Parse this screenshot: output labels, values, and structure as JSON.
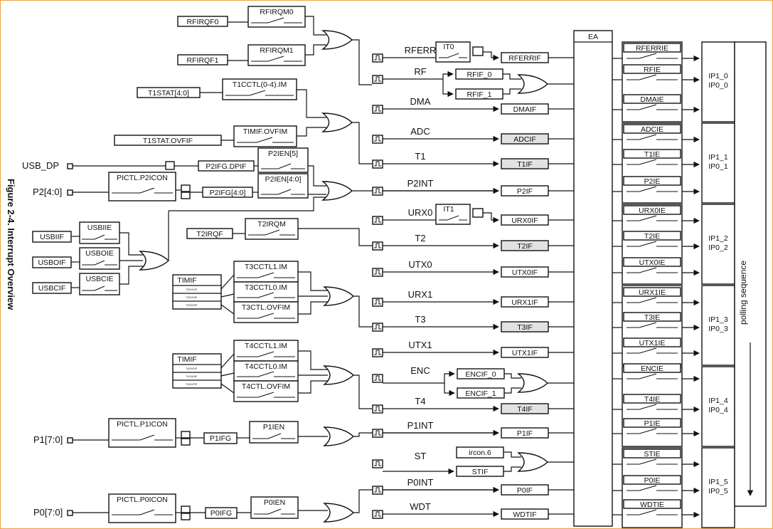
{
  "figure": {
    "title": "Figure 2-4. Interrupt Overview"
  },
  "ea_label": "EA",
  "polling_label": "polling sequence",
  "pins": {
    "usb_dp": "USB_DP",
    "p2": "P2[4:0]",
    "p1": "P1[7:0]",
    "p0": "P0[7:0]"
  },
  "left_boxes": {
    "rfirqf0": "RFIRQF0",
    "rfirqm0": "RFIRQM0",
    "rfirqf1": "RFIRQF1",
    "rfirqm1": "RFIRQM1",
    "t1stat": "T1STAT[4:0]",
    "t1cctl": "T1CCTL(0-4).IM",
    "t1statovf": "T1STAT.OVFIF",
    "timif_ovfim": "TIMIF.OVFIM",
    "p2ien5": "P2IEN[5]",
    "p2ifg_dpif": "P2IFG.DPIF",
    "pictl_p2": "PICTL.P2ICON",
    "p2ifg40": "P2IFG[4:0]",
    "p2ien40": "P2IEN[4:0]",
    "usbiif": "USBIIF",
    "usbiie": "USBIIE",
    "usboif": "USBOIF",
    "usboie": "USBOIE",
    "usbcif": "USBCIF",
    "usbcie": "USBCIE",
    "t2irqf": "T2IRQF",
    "t2irqm": "T2IRQM",
    "timif3": "TIMIF",
    "t3cctl1": "T3CCTL1.IM",
    "t3cctl0": "T3CCTL0.IM",
    "t3ctl": "T3CTL.OVFIM",
    "timif4": "TIMIF",
    "t4cctl1": "T4CCTL1.IM",
    "t4cctl0": "T4CCTL0.IM",
    "t4ctl": "T4CTL.OVFIM",
    "pictl_p1": "PICTL.P1ICON",
    "p1ifg": "P1IFG",
    "p1ien": "P1IEN",
    "pictl_p0": "PICTL.P0ICON",
    "p0ifg": "P0IFG",
    "p0ien": "P0IEN",
    "it0": "IT0",
    "it1": "IT1",
    "rfif0": "RFIF_0",
    "rfif1": "RFIF_1",
    "encif0": "ENCIF_0",
    "encif1": "ENCIF_1",
    "ircon6": "ircon.6",
    "stif": "STIF"
  },
  "timif_rows": {
    "t3": [
      "T3CH1IF",
      "T3CH0IF",
      "T3OVFIF"
    ],
    "t4": [
      "T4CH1IF",
      "T4CH0IF",
      "T4OVFIF"
    ]
  },
  "signals": [
    "RFERR",
    "RF",
    "DMA",
    "ADC",
    "T1",
    "P2INT",
    "URX0",
    "T2",
    "UTX0",
    "URX1",
    "T3",
    "UTX1",
    "ENC",
    "T4",
    "P1INT",
    "ST",
    "P0INT",
    "WDT"
  ],
  "flags": [
    "RFERRIF",
    "",
    "DMAIF",
    "ADCIF",
    "T1IF",
    "P2IF",
    "URX0IF",
    "T2IF",
    "UTX0IF",
    "URX1IF",
    "T3IF",
    "UTX1IF",
    "",
    "T4IF",
    "P1IF",
    "",
    "P0IF",
    "WDTIF"
  ],
  "enables": [
    "RFERRIE",
    "RFIE",
    "DMAIE",
    "ADCIE",
    "T1IE",
    "P2IE",
    "URX0IE",
    "T2IE",
    "UTX0IE",
    "URX1IE",
    "T3IE",
    "UTX1IE",
    "ENCIE",
    "T4IE",
    "P1IE",
    "STIE",
    "P0IE",
    "WDTIE"
  ],
  "priority_groups": [
    {
      "a": "IP1_0",
      "b": "IP0_0"
    },
    {
      "a": "IP1_1",
      "b": "IP0_1"
    },
    {
      "a": "IP1_2",
      "b": "IP0_2"
    },
    {
      "a": "IP1_3",
      "b": "IP0_3"
    },
    {
      "a": "IP1_4",
      "b": "IP0_4"
    },
    {
      "a": "IP1_5",
      "b": "IP0_5"
    }
  ]
}
